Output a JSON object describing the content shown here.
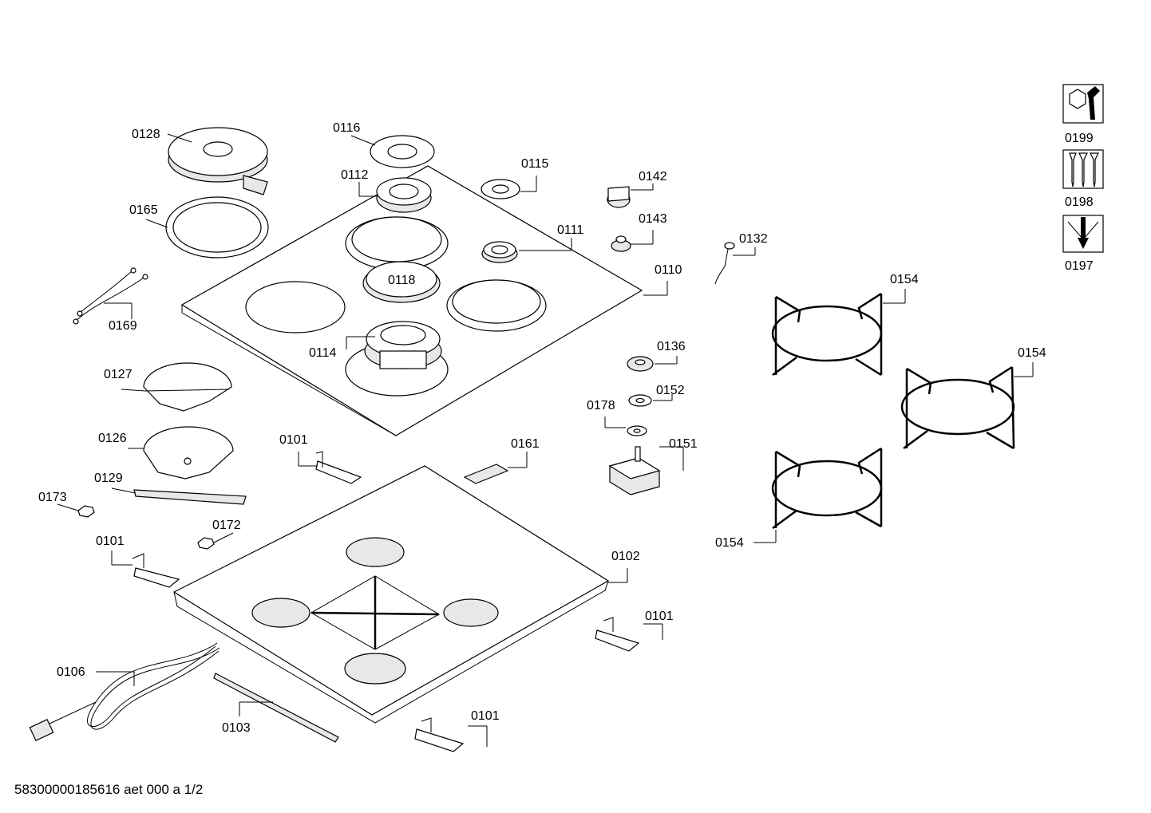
{
  "footer": {
    "doc_id": "58300000185616 aet 000 a 1/2"
  },
  "legend": [
    {
      "code": "0199",
      "icon": "wrench-nut-icon"
    },
    {
      "code": "0198",
      "icon": "screws-icon"
    },
    {
      "code": "0197",
      "icon": "screwdriver-icon"
    }
  ],
  "labels": {
    "p0128": "0128",
    "p0165": "0165",
    "p0169": "0169",
    "p0127": "0127",
    "p0126": "0126",
    "p0129": "0129",
    "p0173": "0173",
    "p0172": "0172",
    "p0101a": "0101",
    "p0101b": "0101",
    "p0101c": "0101",
    "p0101d": "0101",
    "p0106": "0106",
    "p0103": "0103",
    "p0116": "0116",
    "p0112": "0112",
    "p0115": "0115",
    "p0111": "0111",
    "p0118": "0118",
    "p0114": "0114",
    "p0110": "0110",
    "p0142": "0142",
    "p0143": "0143",
    "p0132": "0132",
    "p0136": "0136",
    "p0152": "0152",
    "p0178": "0178",
    "p0151": "0151",
    "p0161": "0161",
    "p0102": "0102",
    "p0154a": "0154",
    "p0154b": "0154",
    "p0154c": "0154"
  }
}
